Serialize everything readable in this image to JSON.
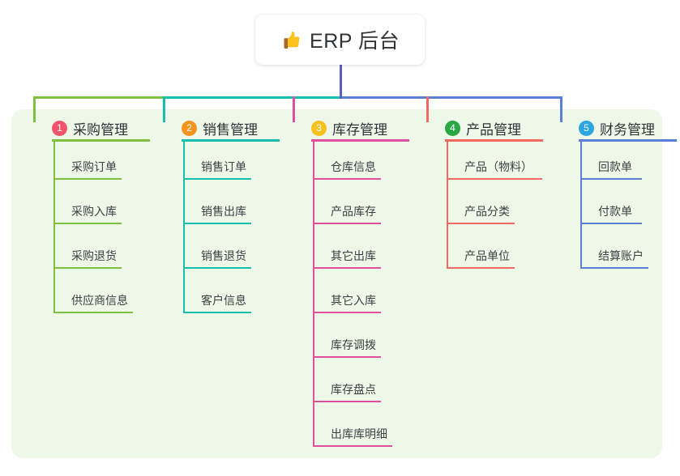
{
  "root": {
    "title": "ERP 后台",
    "icon": "thumbs-up-icon"
  },
  "colors": {
    "panel_background": "#eef8e8",
    "page_background": "#ffffff",
    "root_stem": "#5a5ec8",
    "title_text": "#2f3336"
  },
  "branches": [
    {
      "index": "1",
      "title": "采购管理",
      "badge_color": "#f2556b",
      "line_color": "#7fc041",
      "items": [
        {
          "label": "采购订单"
        },
        {
          "label": "采购入库"
        },
        {
          "label": "采购退货"
        },
        {
          "label": "供应商信息"
        }
      ]
    },
    {
      "index": "2",
      "title": "销售管理",
      "badge_color": "#f6921e",
      "line_color": "#16bfae",
      "items": [
        {
          "label": "销售订单"
        },
        {
          "label": "销售出库"
        },
        {
          "label": "销售退货"
        },
        {
          "label": "客户信息"
        }
      ]
    },
    {
      "index": "3",
      "title": "库存管理",
      "badge_color": "#f5c11e",
      "line_color": "#e0509f",
      "items": [
        {
          "label": "仓库信息"
        },
        {
          "label": "产品库存"
        },
        {
          "label": "其它出库"
        },
        {
          "label": "其它入库"
        },
        {
          "label": "库存调拨"
        },
        {
          "label": "库存盘点"
        },
        {
          "label": "出库库明细"
        }
      ]
    },
    {
      "index": "4",
      "title": "产品管理",
      "badge_color": "#29a745",
      "line_color": "#f2695f",
      "items": [
        {
          "label": "产品（物料）"
        },
        {
          "label": "产品分类"
        },
        {
          "label": "产品单位"
        }
      ]
    },
    {
      "index": "5",
      "title": "财务管理",
      "badge_color": "#2ba6e0",
      "line_color": "#5a7fd6",
      "items": [
        {
          "label": "回款单"
        },
        {
          "label": "付款单"
        },
        {
          "label": "结算账户"
        }
      ]
    }
  ]
}
